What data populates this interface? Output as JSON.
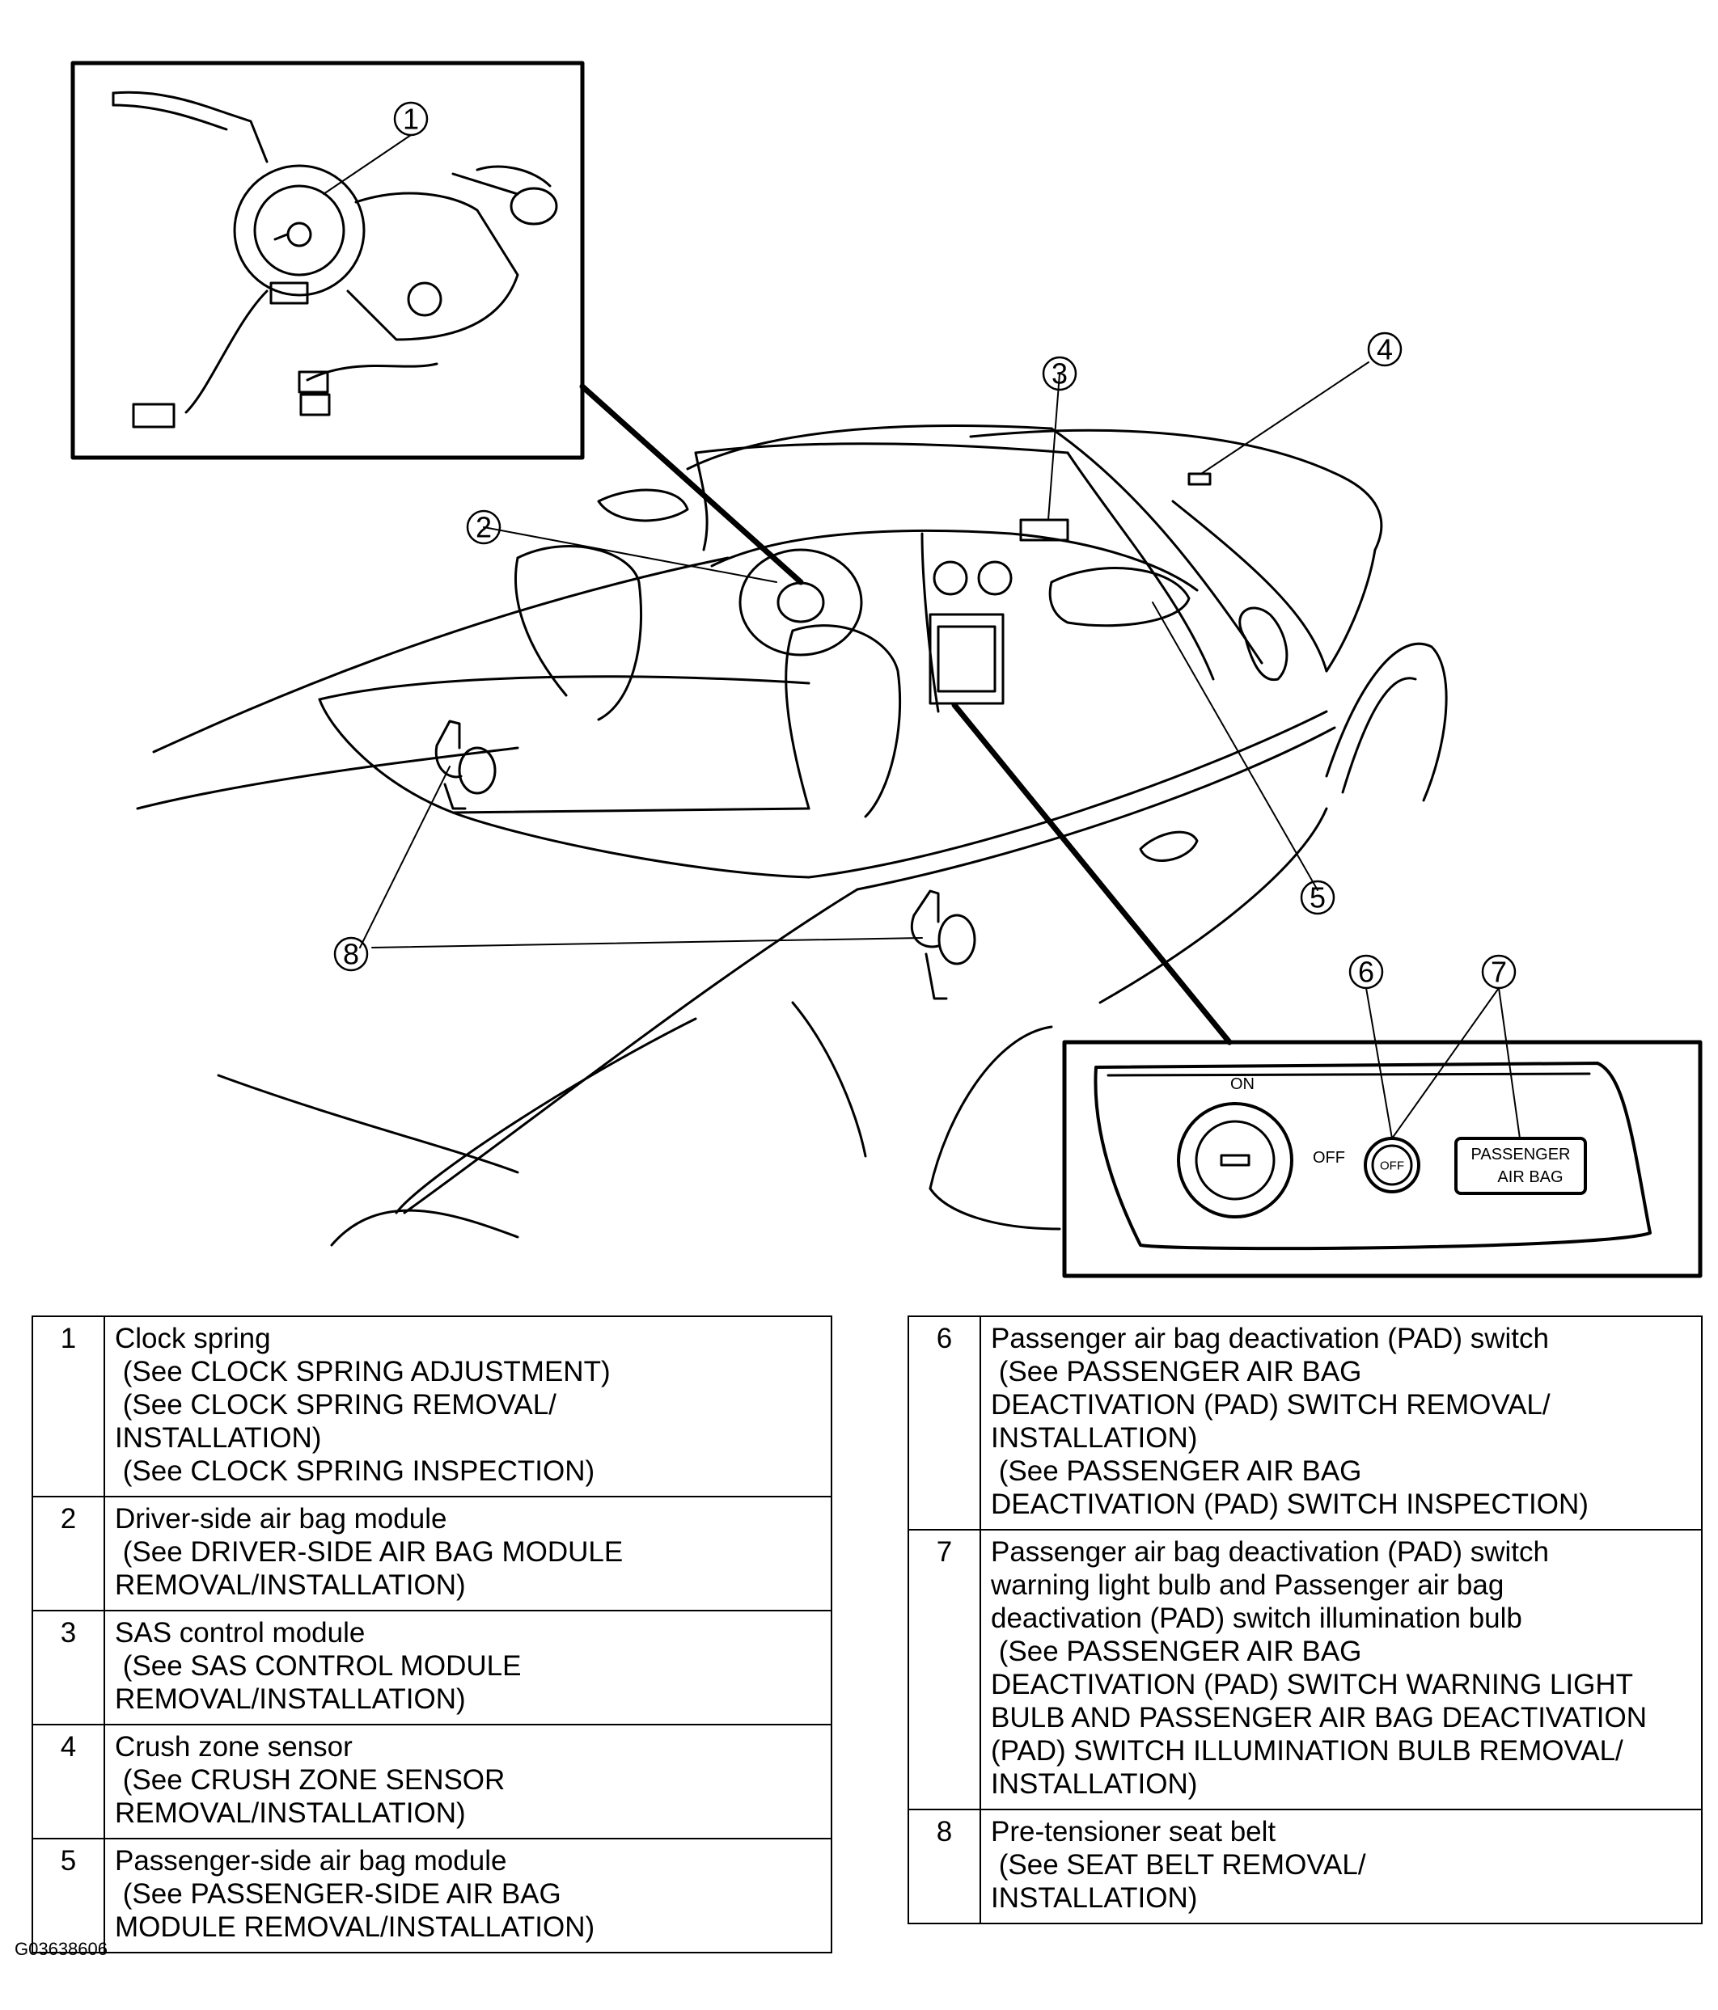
{
  "callouts": [
    "1",
    "2",
    "3",
    "4",
    "5",
    "6",
    "7",
    "8"
  ],
  "switch_panel": {
    "on_label": "ON",
    "off_label": "OFF",
    "indicator_label": "OFF",
    "badge_line1": "PASSENGER",
    "badge_line2": "AIR BAG"
  },
  "legend_left": [
    {
      "num": "1",
      "lines": [
        "Clock spring",
        " (See CLOCK SPRING ADJUSTMENT)",
        " (See CLOCK SPRING REMOVAL/",
        "INSTALLATION)",
        " (See CLOCK SPRING INSPECTION)"
      ]
    },
    {
      "num": "2",
      "lines": [
        "Driver-side air bag module",
        " (See DRIVER-SIDE AIR BAG MODULE",
        "REMOVAL/INSTALLATION)"
      ]
    },
    {
      "num": "3",
      "lines": [
        "SAS control module",
        " (See SAS CONTROL MODULE",
        "REMOVAL/INSTALLATION)"
      ]
    },
    {
      "num": "4",
      "lines": [
        "Crush zone sensor",
        " (See CRUSH ZONE SENSOR",
        "REMOVAL/INSTALLATION)"
      ]
    },
    {
      "num": "5",
      "lines": [
        "Passenger-side air bag module",
        " (See PASSENGER-SIDE AIR BAG",
        "MODULE REMOVAL/INSTALLATION)"
      ]
    }
  ],
  "legend_right": [
    {
      "num": "6",
      "lines": [
        "Passenger air bag deactivation (PAD) switch",
        " (See PASSENGER AIR BAG",
        "DEACTIVATION (PAD) SWITCH REMOVAL/",
        "INSTALLATION)",
        " (See PASSENGER AIR BAG",
        "DEACTIVATION (PAD) SWITCH INSPECTION)"
      ]
    },
    {
      "num": "7",
      "lines": [
        "Passenger air bag deactivation (PAD) switch",
        "warning light bulb and Passenger air bag",
        "deactivation (PAD) switch illumination bulb",
        " (See PASSENGER AIR BAG",
        "DEACTIVATION (PAD) SWITCH WARNING LIGHT",
        "BULB AND PASSENGER AIR BAG DEACTIVATION",
        "(PAD) SWITCH ILLUMINATION BULB REMOVAL/",
        "INSTALLATION)"
      ]
    },
    {
      "num": "8",
      "lines": [
        "Pre-tensioner seat belt",
        " (See SEAT BELT REMOVAL/",
        "INSTALLATION)"
      ]
    }
  ],
  "figure_id": "G03638606"
}
